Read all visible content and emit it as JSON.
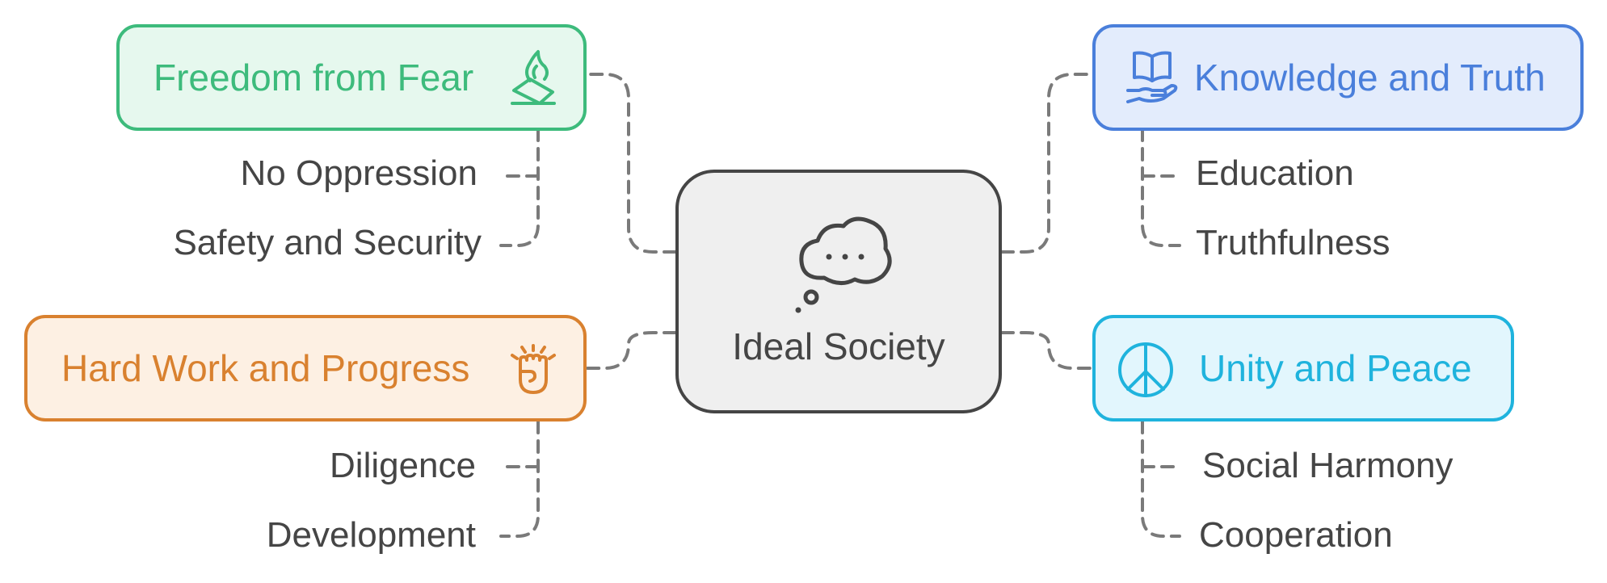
{
  "center": {
    "label": "Ideal Society",
    "icon": "thought-bubble-icon"
  },
  "branches": [
    {
      "label": "Freedom from Fear",
      "icon": "hand-flame-icon",
      "color": "#3dbb7c",
      "fill": "#e6f8ee",
      "children": [
        "No Oppression",
        "Safety and Security"
      ]
    },
    {
      "label": "Knowledge and Truth",
      "icon": "open-book-hand-icon",
      "color": "#4a7fdb",
      "fill": "#e3ecfc",
      "children": [
        "Education",
        "Truthfulness"
      ]
    },
    {
      "label": "Hard Work and Progress",
      "icon": "raised-fist-icon",
      "color": "#d9812f",
      "fill": "#fdf0e3",
      "children": [
        "Diligence",
        "Development"
      ]
    },
    {
      "label": "Unity and Peace",
      "icon": "peace-symbol-icon",
      "color": "#1fb3dd",
      "fill": "#e2f6fd",
      "children": [
        "Social Harmony",
        "Cooperation"
      ]
    }
  ],
  "connector_color": "#7a7a7a"
}
